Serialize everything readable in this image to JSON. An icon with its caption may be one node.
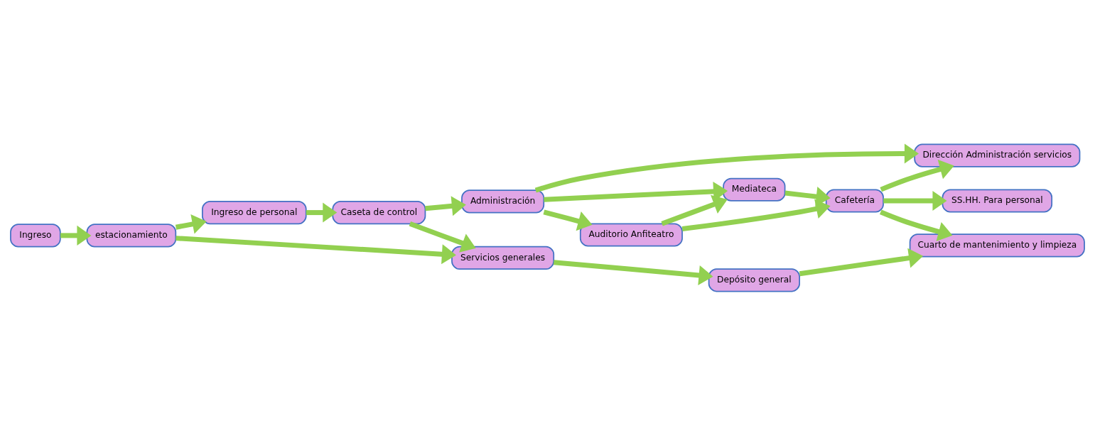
{
  "diagram": {
    "nodes": [
      {
        "text": [
          "Ingreso"
        ]
      },
      {
        "text": [
          "estacionamiento"
        ]
      },
      {
        "text": [
          "Ingreso de personal"
        ]
      },
      {
        "text": [
          "Caseta de control"
        ]
      },
      {
        "text": [
          "Servicios generales"
        ]
      },
      {
        "text": [
          "Depósito general"
        ]
      },
      {
        "text": [
          "Cuarto de mantenimiento y limpieza"
        ]
      },
      {
        "text": [
          "Administración"
        ]
      },
      {
        "text": [
          "Dirección Administración servicios"
        ]
      },
      {
        "text": [
          "Auditorio Anfiteatro"
        ]
      },
      {
        "text": [
          "Cafetería"
        ]
      },
      {
        "text": [
          "SS.HH. Para personal"
        ]
      },
      {
        "text": [
          "Mediateca"
        ]
      }
    ],
    "edges": [
      {
        "from": 0,
        "to": 1,
        "arrow": "to"
      },
      {
        "from": 1,
        "to": 2,
        "arrow": "to"
      },
      {
        "from": 1,
        "to": 4,
        "arrow": "to"
      },
      {
        "from": 2,
        "to": 3,
        "arrow": "to"
      },
      {
        "from": 3,
        "to": 4,
        "arrow": "to"
      },
      {
        "from": 3,
        "to": 7,
        "arrow": "to"
      },
      {
        "from": 4,
        "to": 5,
        "arrow": "to"
      },
      {
        "from": 5,
        "to": 6,
        "arrow": "to"
      },
      {
        "from": 7,
        "to": 8,
        "arrow": "to"
      },
      {
        "from": 7,
        "to": 9,
        "arrow": "to"
      },
      {
        "from": 7,
        "to": 12,
        "arrow": "to"
      },
      {
        "from": 9,
        "to": 10,
        "arrow": "to"
      },
      {
        "from": 9,
        "to": 12,
        "arrow": "to"
      },
      {
        "from": 12,
        "to": 10,
        "arrow": "to"
      },
      {
        "from": 10,
        "to": 11,
        "arrow": "to"
      },
      {
        "from": 10,
        "to": 8,
        "arrow": "to"
      },
      {
        "from": 10,
        "to": 6,
        "arrow": "to"
      }
    ]
  }
}
